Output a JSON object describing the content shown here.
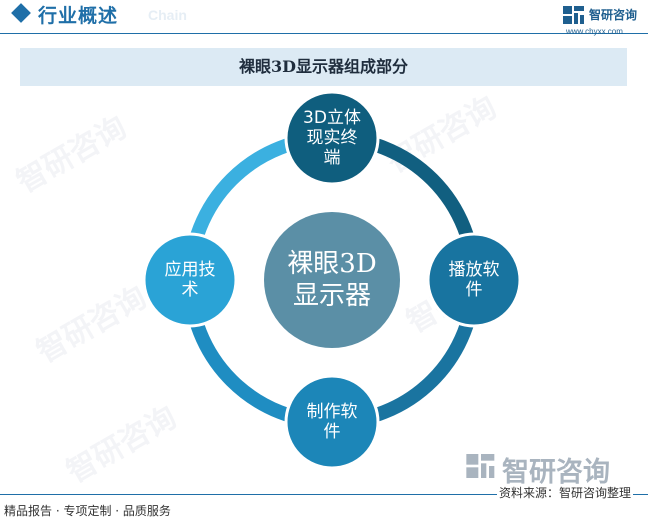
{
  "header": {
    "title": "行业概述",
    "subtitle": "Chain",
    "accent": "#1f6fa8"
  },
  "logo": {
    "name": "智研咨询",
    "url": "www.chyxx.com",
    "icon": "zhiyan-logo-icon"
  },
  "diagram": {
    "title": "裸眼3D显示器组成部分",
    "center": {
      "lines": [
        "裸眼3D",
        "显示器"
      ],
      "color": "#5b8fa6"
    },
    "nodes": [
      {
        "id": "top",
        "lines": [
          "3D立体",
          "现实终",
          "端"
        ],
        "color": "#0f5e7e"
      },
      {
        "id": "right",
        "lines": [
          "播放软",
          "件"
        ],
        "color": "#1874a0"
      },
      {
        "id": "bottom",
        "lines": [
          "制作软",
          "件"
        ],
        "color": "#1c86b8"
      },
      {
        "id": "left",
        "lines": [
          "应用技",
          "术"
        ],
        "color": "#2aa3d6"
      }
    ],
    "ring_colors": [
      "#115f80",
      "#1a74a0",
      "#1f8dc2",
      "#3bb0e0"
    ]
  },
  "watermark": {
    "text": "智研咨询"
  },
  "footer": {
    "left": "精品报告 · 专项定制 · 品质服务",
    "right": "资料来源：智研咨询整理"
  }
}
